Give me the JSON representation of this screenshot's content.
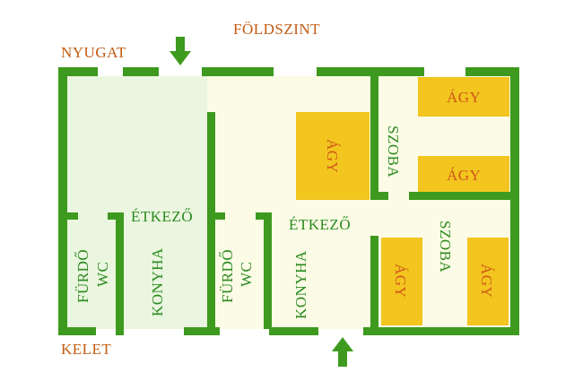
{
  "title": "FÖLDSZINT",
  "compass": {
    "west": "NYUGAT",
    "east": "KELET"
  },
  "rooms": {
    "left_dining": "ÉTKEZŐ",
    "left_kitchen": "KONYHA",
    "left_bath": "FÜRDŐ\nWC",
    "left_bath_line1": "FÜRDŐ",
    "left_bath_line2": "WC",
    "mid_dining": "ÉTKEZŐ",
    "mid_kitchen": "KONYHA",
    "mid_bath_line1": "FÜRDŐ",
    "mid_bath_line2": "WC",
    "room_top": "SZOBA",
    "room_bottom": "SZOBA"
  },
  "beds": {
    "top_right_1": "ÁGY",
    "top_right_2": "ÁGY",
    "center": "ÁGY",
    "bottom_left": "ÁGY",
    "bottom_right": "ÁGY"
  },
  "colors": {
    "wall": "#3e9a1e",
    "arrow": "#3e9a1e",
    "left_unit_fill": "#eaf6df",
    "right_unit_fill": "#fbfbe6",
    "bed_fill": "#f2c51f",
    "label_green": "#2b8a1f",
    "label_orange": "#c25a12"
  }
}
